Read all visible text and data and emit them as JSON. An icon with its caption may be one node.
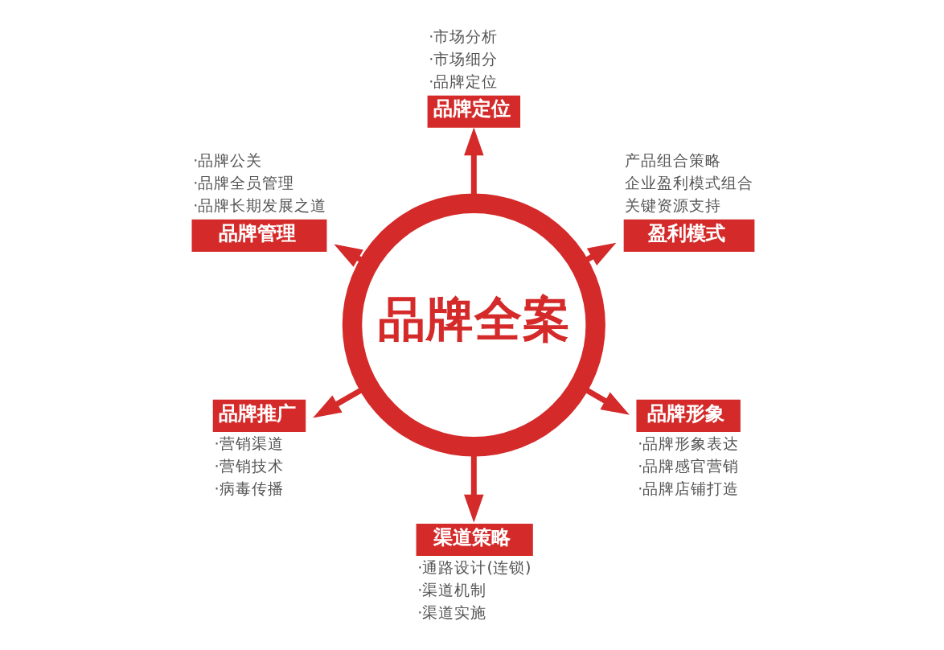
{
  "diagram": {
    "nodes": [
      {
        "text": [
          "品牌全案"
        ]
      },
      {
        "text": [
          "品牌定位"
        ],
        "beside": [
          "·市场分析",
          "·市场细分",
          "·品牌定位"
        ]
      },
      {
        "text": [
          "品牌管理"
        ],
        "beside": [
          "·品牌公关",
          "·品牌全员管理",
          "·品牌长期发展之道"
        ]
      },
      {
        "text": [
          "盈利模式"
        ],
        "beside": [
          "产品组合策略",
          "企业盈利模式组合",
          "关键资源支持"
        ]
      },
      {
        "text": [
          "品牌形象"
        ],
        "beside": [
          "·品牌形象表达",
          "·品牌感官营销",
          "·品牌店铺打造"
        ]
      },
      {
        "text": [
          "品牌推广"
        ],
        "beside": [
          "·营销渠道",
          "·营销技术",
          "·病毒传播"
        ]
      },
      {
        "text": [
          "渠道策略"
        ],
        "beside": [
          "·通路设计(连锁)",
          "·渠道机制",
          "·渠道实施"
        ]
      }
    ],
    "edges": [
      {
        "from": 0,
        "to": 3,
        "arrow": "to"
      },
      {
        "from": 0,
        "to": 1,
        "arrow": "to"
      },
      {
        "from": 0,
        "to": 2,
        "arrow": "to"
      },
      {
        "from": 0,
        "to": 5,
        "arrow": "to"
      },
      {
        "from": 0,
        "to": 6,
        "arrow": "to"
      },
      {
        "from": 0,
        "to": 4,
        "arrow": "to"
      }
    ]
  }
}
